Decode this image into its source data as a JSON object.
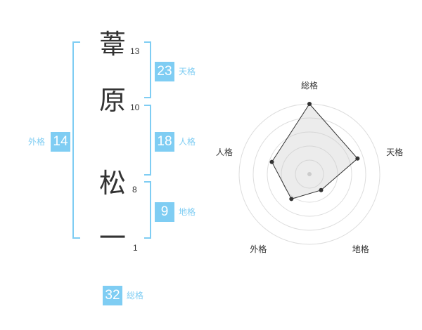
{
  "characters": [
    {
      "char": "葦",
      "strokes": "13"
    },
    {
      "char": "原",
      "strokes": "10"
    },
    {
      "char": "松",
      "strokes": "8"
    },
    {
      "char": "一",
      "strokes": "1"
    }
  ],
  "badges": {
    "tenkaku": {
      "value": "23",
      "label": "天格"
    },
    "jinkaku": {
      "value": "18",
      "label": "人格"
    },
    "chikaku": {
      "value": "9",
      "label": "地格"
    },
    "gaikaku": {
      "value": "14",
      "label": "外格"
    },
    "soukaku": {
      "value": "32",
      "label": "総格"
    }
  },
  "colors": {
    "accent": "#7fcdf3",
    "text": "#333333",
    "grid": "#cccccc"
  },
  "chart_data": {
    "type": "radar",
    "axes": [
      "総格",
      "天格",
      "地格",
      "外格",
      "人格"
    ],
    "values": [
      32,
      23,
      9,
      14,
      18
    ],
    "note_scale": "radius proportional to value"
  }
}
